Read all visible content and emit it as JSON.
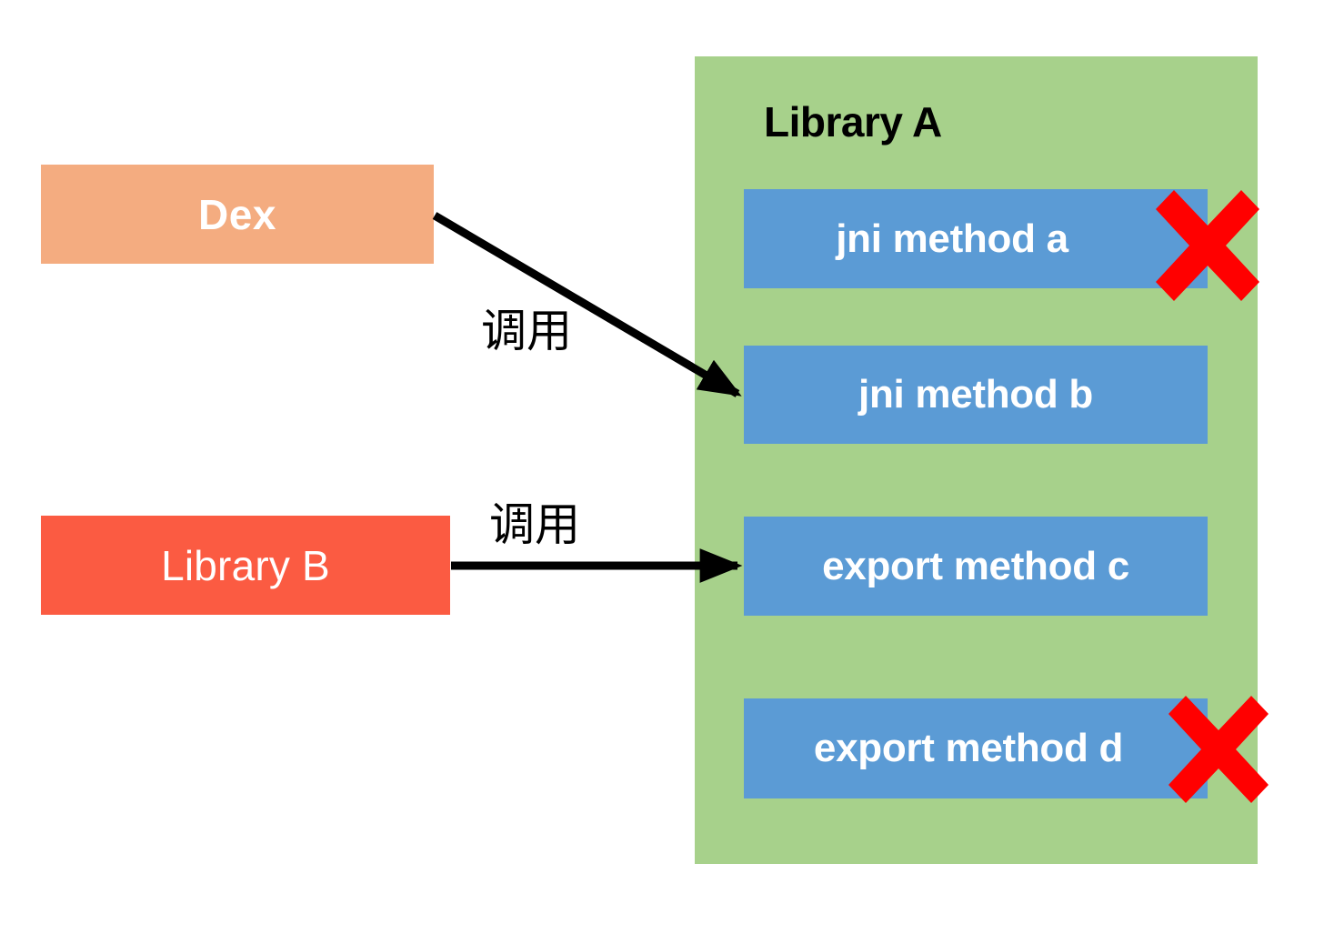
{
  "diagram": {
    "title_visible": false,
    "colors": {
      "panel_green": "#a7d18b",
      "method_blue": "#5b9bd5",
      "dex_orange": "#f4ac80",
      "library_b_red": "#fb5b42",
      "x_mark_red": "#ff0000",
      "arrow_black": "#000000",
      "text_white": "#ffffff",
      "background": "#ffffff"
    }
  },
  "library_a": {
    "title": "Library A",
    "methods": [
      {
        "label": "jni method a",
        "disabled": true,
        "x_mark": "cross-icon"
      },
      {
        "label": "jni method b",
        "disabled": false,
        "x_mark": ""
      },
      {
        "label": "export method c",
        "disabled": false,
        "x_mark": ""
      },
      {
        "label": "export method d",
        "disabled": true,
        "x_mark": "cross-icon"
      }
    ]
  },
  "sources": {
    "dex": {
      "label": "Dex"
    },
    "library_b": {
      "label": "Library B"
    }
  },
  "arrows": [
    {
      "from": "Dex",
      "to": "jni method b",
      "label": "调用",
      "style": "diagonal"
    },
    {
      "from": "Library B",
      "to": "export method c",
      "label": "调用",
      "style": "horizontal"
    }
  ],
  "labels": {
    "call_1": "调用",
    "call_2": "调用"
  }
}
